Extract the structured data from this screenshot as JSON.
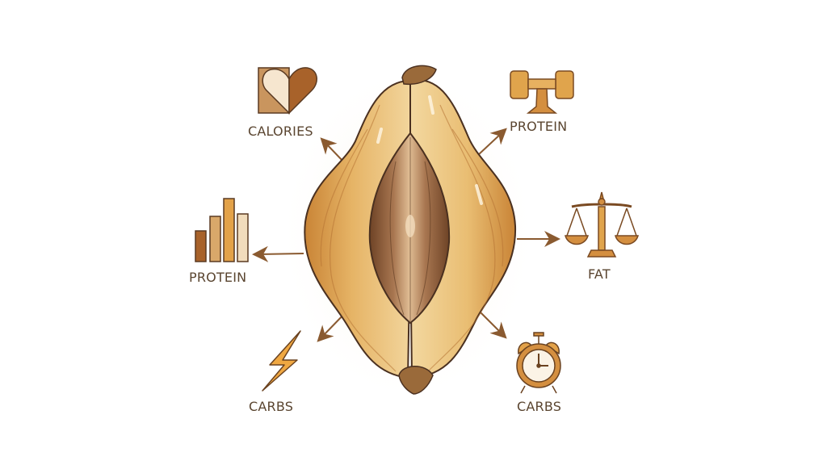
{
  "infographic": {
    "subject": "nut",
    "colors": {
      "background": "#ffffff",
      "label_text": "#5a4530",
      "arrow": "#8a5a30",
      "shell_light": "#f0cc8a",
      "shell_mid": "#d99a4a",
      "shell_dark": "#a8652a",
      "kernel_dark": "#6e4326",
      "kernel_light": "#d9b08a",
      "outline": "#4a3020"
    },
    "nodes": [
      {
        "id": "calories",
        "label": "CALORIES",
        "icon": "heart-icon",
        "position": "top-left"
      },
      {
        "id": "protein-top",
        "label": "PROTEIN",
        "icon": "dumbbell-icon",
        "position": "top-right"
      },
      {
        "id": "protein-left",
        "label": "PROTEIN",
        "icon": "bar-chart-icon",
        "position": "middle-left"
      },
      {
        "id": "fat",
        "label": "FAT",
        "icon": "balance-scale-icon",
        "position": "middle-right"
      },
      {
        "id": "carbs-left",
        "label": "CARBS",
        "icon": "lightning-bolt-icon",
        "position": "bottom-left"
      },
      {
        "id": "carbs-right",
        "label": "CARBS",
        "icon": "alarm-clock-icon",
        "position": "bottom-right"
      }
    ]
  }
}
